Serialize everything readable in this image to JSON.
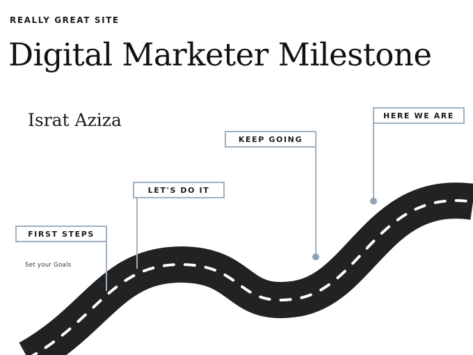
{
  "header": {
    "site_name": "REALLY GREAT SITE",
    "title": "Digital Marketer Milestone",
    "author": "Israt Aziza"
  },
  "milestones": [
    {
      "label": "FIRST STEPS"
    },
    {
      "label": "LET'S DO IT"
    },
    {
      "label": "KEEP GOING"
    },
    {
      "label": "HERE WE ARE"
    }
  ],
  "notes": {
    "first_step_note": "Set your Goals"
  },
  "colors": {
    "road": "#222222",
    "road_marking": "#ffffff",
    "sign_border": "#9fb0bf",
    "pole_dot": "#8fa3b5"
  }
}
